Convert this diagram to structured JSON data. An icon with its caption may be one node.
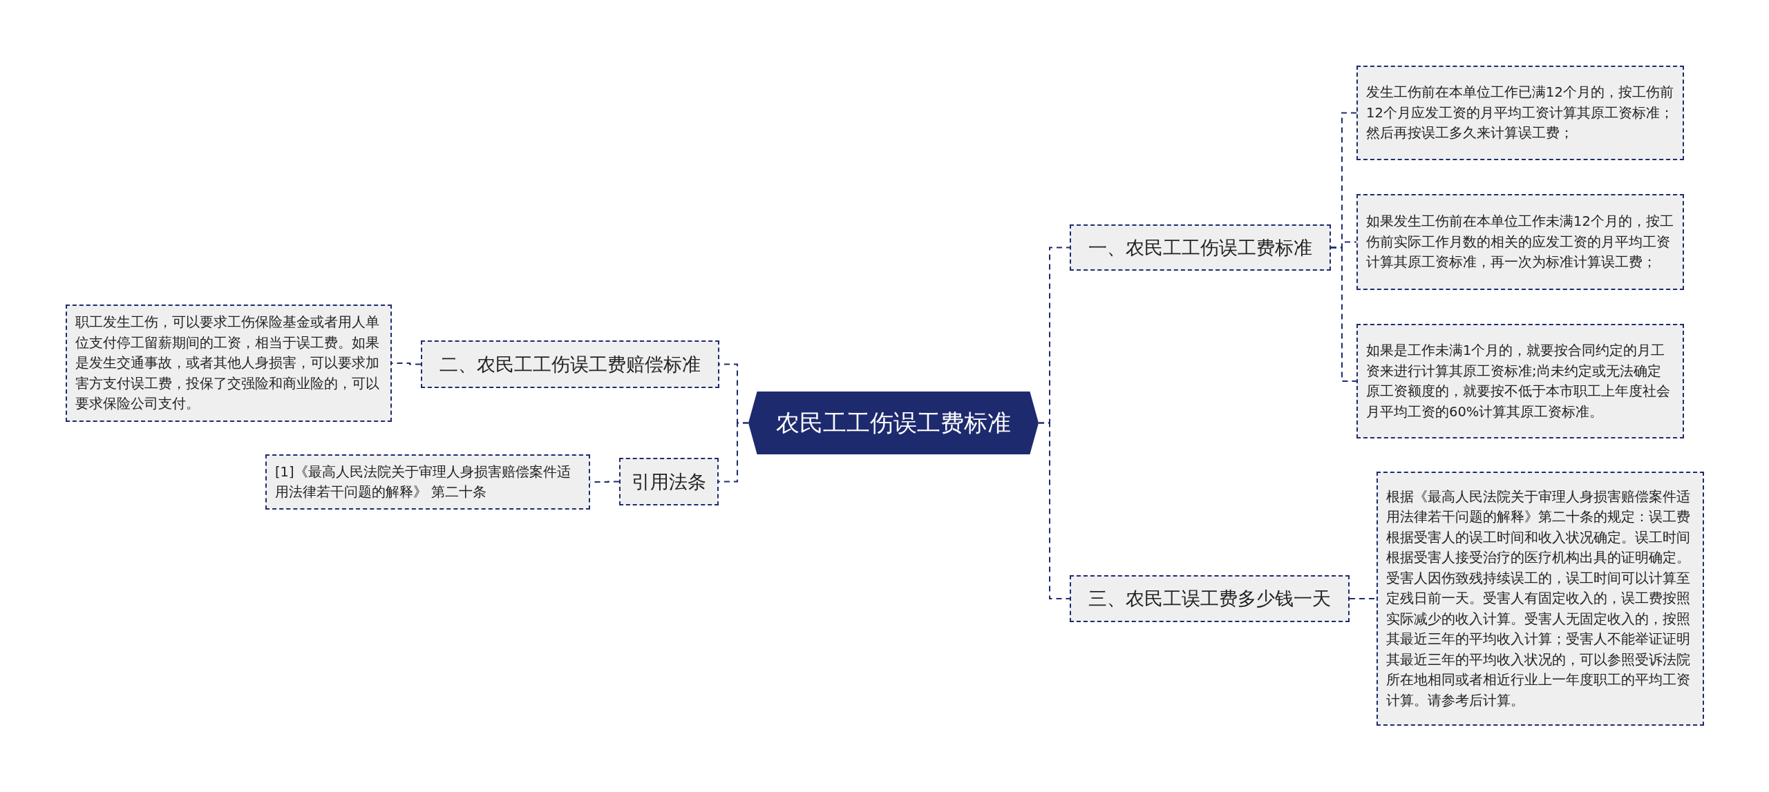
{
  "diagram": {
    "nodes": [
      {
        "text": [
          "农民工工伤误工费标准"
        ]
      },
      {
        "text": [
          "一、农民工工伤误工费标准"
        ]
      },
      {
        "text": [
          "发生工伤前在本单位工作已满12个月的，按工伤前12个月应发工资的月平均工资计算其原工资标准；然后再按误工多久来计算误工费；"
        ]
      },
      {
        "text": [
          "如果发生工伤前在本单位工作未满12个月的，按工伤前实际工作月数的相关的应发工资的月平均工资计算其原工资标准，再一次为标准计算误工费；"
        ]
      },
      {
        "text": [
          "如果是工作未满1个月的，就要按合同约定的月工资来进行计算其原工资标准;尚未约定或无法确定原工资额度的，就要按不低于本市职工上年度社会月平均工资的60%计算其原工资标准。"
        ]
      },
      {
        "text": [
          "三、农民工误工费多少钱一天"
        ]
      },
      {
        "text": [
          "根据《最高人民法院关于审理人身损害赔偿案件适用法律若干问题的解释》第二十条的规定：误工费根据受害人的误工时间和收入状况确定。误工时间根据受害人接受治疗的医疗机构出具的证明确定。受害人因伤致残持续误工的，误工时间可以计算至定残日前一天。受害人有固定收入的，误工费按照实际减少的收入计算。受害人无固定收入的，按照其最近三年的平均收入计算；受害人不能举证证明其最近三年的平均收入状况的，可以参照受诉法院所在地相同或者相近行业上一年度职工的平均工资计算。请参考后计算。"
        ]
      },
      {
        "text": [
          "二、农民工工伤误工费赔偿标准"
        ]
      },
      {
        "text": [
          "职工发生工伤，可以要求工伤保险基金或者用人单位支付停工留薪期间的工资，相当于误工费。如果是发生交通事故，或者其他人身损害，可以要求加害方支付误工费，投保了交强险和商业险的，可以要求保险公司支付。"
        ]
      },
      {
        "text": [
          "引用法条"
        ]
      },
      {
        "text": [
          "[1]《最高人民法院关于审理人身损害赔偿案件适用法律若干问题的解释》 第二十条"
        ]
      }
    ],
    "edges": [
      {
        "from": 0,
        "to": 1,
        "arrow": "none",
        "style": "dashed"
      },
      {
        "from": 1,
        "to": 2,
        "arrow": "none",
        "style": "dashed"
      },
      {
        "from": 1,
        "to": 3,
        "arrow": "none",
        "style": "dashed"
      },
      {
        "from": 1,
        "to": 4,
        "arrow": "none",
        "style": "dashed"
      },
      {
        "from": 0,
        "to": 5,
        "arrow": "none",
        "style": "dashed"
      },
      {
        "from": 5,
        "to": 6,
        "arrow": "none",
        "style": "dashed"
      },
      {
        "from": 0,
        "to": 7,
        "arrow": "none",
        "style": "dashed"
      },
      {
        "from": 7,
        "to": 8,
        "arrow": "none",
        "style": "dashed"
      },
      {
        "from": 0,
        "to": 9,
        "arrow": "none",
        "style": "dashed"
      },
      {
        "from": 9,
        "to": 10,
        "arrow": "none",
        "style": "dashed"
      }
    ]
  }
}
